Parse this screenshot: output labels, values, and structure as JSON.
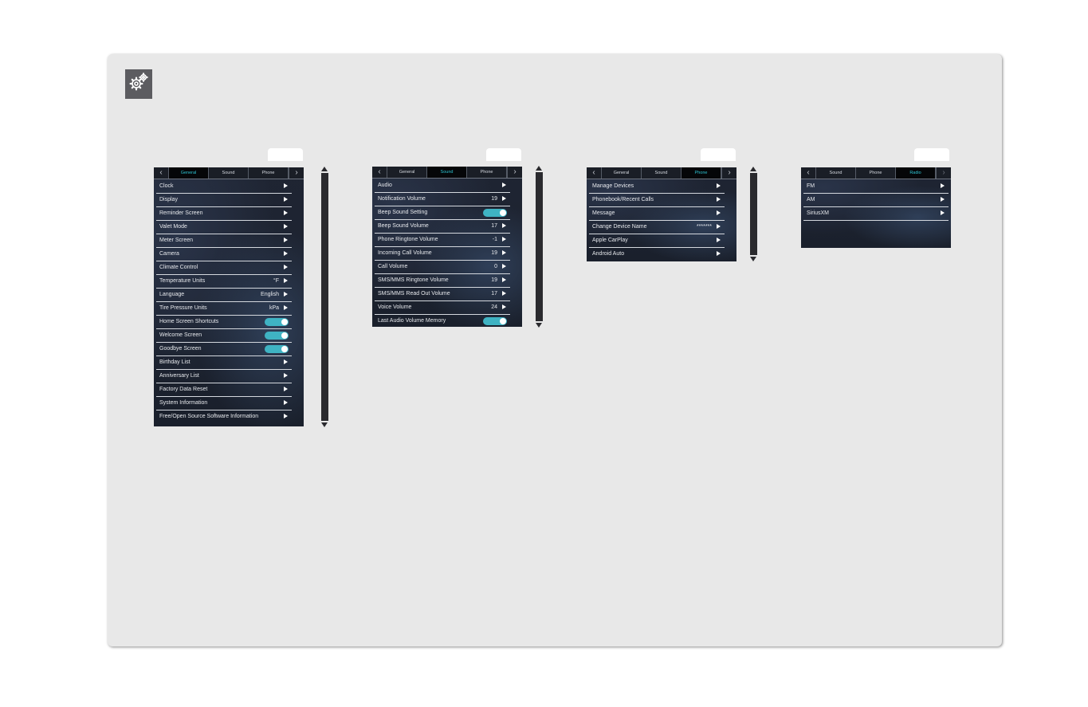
{
  "icons": {
    "settings": "gears-icon"
  },
  "colors": {
    "accent_tab_text": "#2ec4d3",
    "toggle_on": "#3fb3c3",
    "screen_bg": "#1f2533",
    "panel_bg": "#e8e8e8"
  },
  "screens": {
    "general": {
      "tabs": [
        "General",
        "Sound",
        "Phone"
      ],
      "active_tab": "General",
      "rows": [
        {
          "label": "Clock",
          "value": "",
          "control": "arrow"
        },
        {
          "label": "Display",
          "value": "",
          "control": "arrow"
        },
        {
          "label": "Reminder Screen",
          "value": "",
          "control": "arrow"
        },
        {
          "label": "Valet Mode",
          "value": "",
          "control": "arrow"
        },
        {
          "label": "Meter Screen",
          "value": "",
          "control": "arrow"
        },
        {
          "label": "Camera",
          "value": "",
          "control": "arrow"
        },
        {
          "label": "Climate Control",
          "value": "",
          "control": "arrow"
        },
        {
          "label": "Temperature Units",
          "value": "°F",
          "control": "arrow"
        },
        {
          "label": "Language",
          "value": "English",
          "control": "arrow"
        },
        {
          "label": "Tire Pressure Units",
          "value": "kPa",
          "control": "arrow"
        },
        {
          "label": "Home Screen Shortcuts",
          "value": "",
          "control": "toggle"
        },
        {
          "label": "Welcome Screen",
          "value": "",
          "control": "toggle"
        },
        {
          "label": "Goodbye Screen",
          "value": "",
          "control": "toggle"
        },
        {
          "label": "Birthday List",
          "value": "",
          "control": "arrow"
        },
        {
          "label": "Anniversary List",
          "value": "",
          "control": "arrow"
        },
        {
          "label": "Factory Data Reset",
          "value": "",
          "control": "arrow"
        },
        {
          "label": "System Information",
          "value": "",
          "control": "arrow"
        },
        {
          "label": "Free/Open Source Software Information",
          "value": "",
          "control": "arrow"
        }
      ]
    },
    "sound": {
      "tabs": [
        "General",
        "Sound",
        "Phone"
      ],
      "active_tab": "Sound",
      "rows": [
        {
          "label": "Audio",
          "value": "",
          "control": "arrow"
        },
        {
          "label": "Notification Volume",
          "value": "19",
          "control": "arrow"
        },
        {
          "label": "Beep Sound Setting",
          "value": "",
          "control": "toggle"
        },
        {
          "label": "Beep Sound Volume",
          "value": "17",
          "control": "arrow"
        },
        {
          "label": "Phone Ringtone Volume",
          "value": "-1",
          "control": "arrow"
        },
        {
          "label": "Incoming Call Volume",
          "value": "19",
          "control": "arrow"
        },
        {
          "label": "Call Volume",
          "value": "0",
          "control": "arrow"
        },
        {
          "label": "SMS/MMS Ringtone Volume",
          "value": "19",
          "control": "arrow"
        },
        {
          "label": "SMS/MMS Read Out Volume",
          "value": "17",
          "control": "arrow"
        },
        {
          "label": "Voice Volume",
          "value": "24",
          "control": "arrow"
        },
        {
          "label": "Last Audio Volume Memory",
          "value": "",
          "control": "toggle"
        }
      ]
    },
    "phone": {
      "tabs": [
        "General",
        "Sound",
        "Phone"
      ],
      "active_tab": "Phone",
      "rows": [
        {
          "label": "Manage Devices",
          "value": "",
          "control": "arrow"
        },
        {
          "label": "Phonebook/Recent Calls",
          "value": "",
          "control": "arrow"
        },
        {
          "label": "Message",
          "value": "",
          "control": "arrow"
        },
        {
          "label": "Change Device Name",
          "value": "*******",
          "control": "arrow"
        },
        {
          "label": "Apple CarPlay",
          "value": "",
          "control": "arrow"
        },
        {
          "label": "Android Auto",
          "value": "",
          "control": "arrow"
        }
      ]
    },
    "radio": {
      "tabs": [
        "Sound",
        "Phone",
        "Radio"
      ],
      "active_tab": "Radio",
      "rows": [
        {
          "label": "FM",
          "value": "",
          "control": "arrow"
        },
        {
          "label": "AM",
          "value": "",
          "control": "arrow"
        },
        {
          "label": "SiriusXM",
          "value": "",
          "control": "arrow"
        }
      ]
    }
  }
}
